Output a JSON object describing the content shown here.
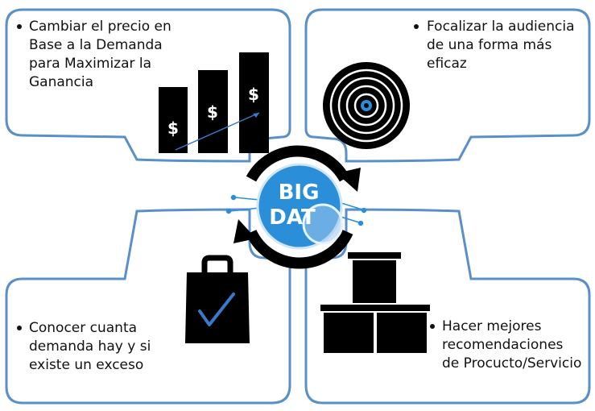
{
  "quadrants": [
    {
      "id": "top-left",
      "lines": [
        "Cambiar el precio en",
        "Base a la Demanda",
        "para Maximizar la",
        "Ganancia"
      ]
    },
    {
      "id": "top-right",
      "lines": [
        "Focalizar la audiencia",
        "de una forma más",
        "eficaz"
      ]
    },
    {
      "id": "bottom-left",
      "lines": [
        "Conocer cuanta",
        "demanda hay y si",
        "existe un exceso"
      ]
    },
    {
      "id": "bottom-right",
      "lines": [
        "Hacer mejores",
        "recomendaciones",
        "de Procucto/Servicio"
      ]
    }
  ],
  "center_logo": {
    "line1": "BIG",
    "line2": "DAT"
  },
  "colors": {
    "frame": "#5b8fc9",
    "logo_blue": "#2a8fd8",
    "icon": "#000000",
    "check": "#3a78c9"
  },
  "icons": [
    "dollar-bar-chart-icon",
    "target-icon",
    "shopping-bag-check-icon",
    "boxes-icon",
    "big-data-cycle-icon"
  ]
}
